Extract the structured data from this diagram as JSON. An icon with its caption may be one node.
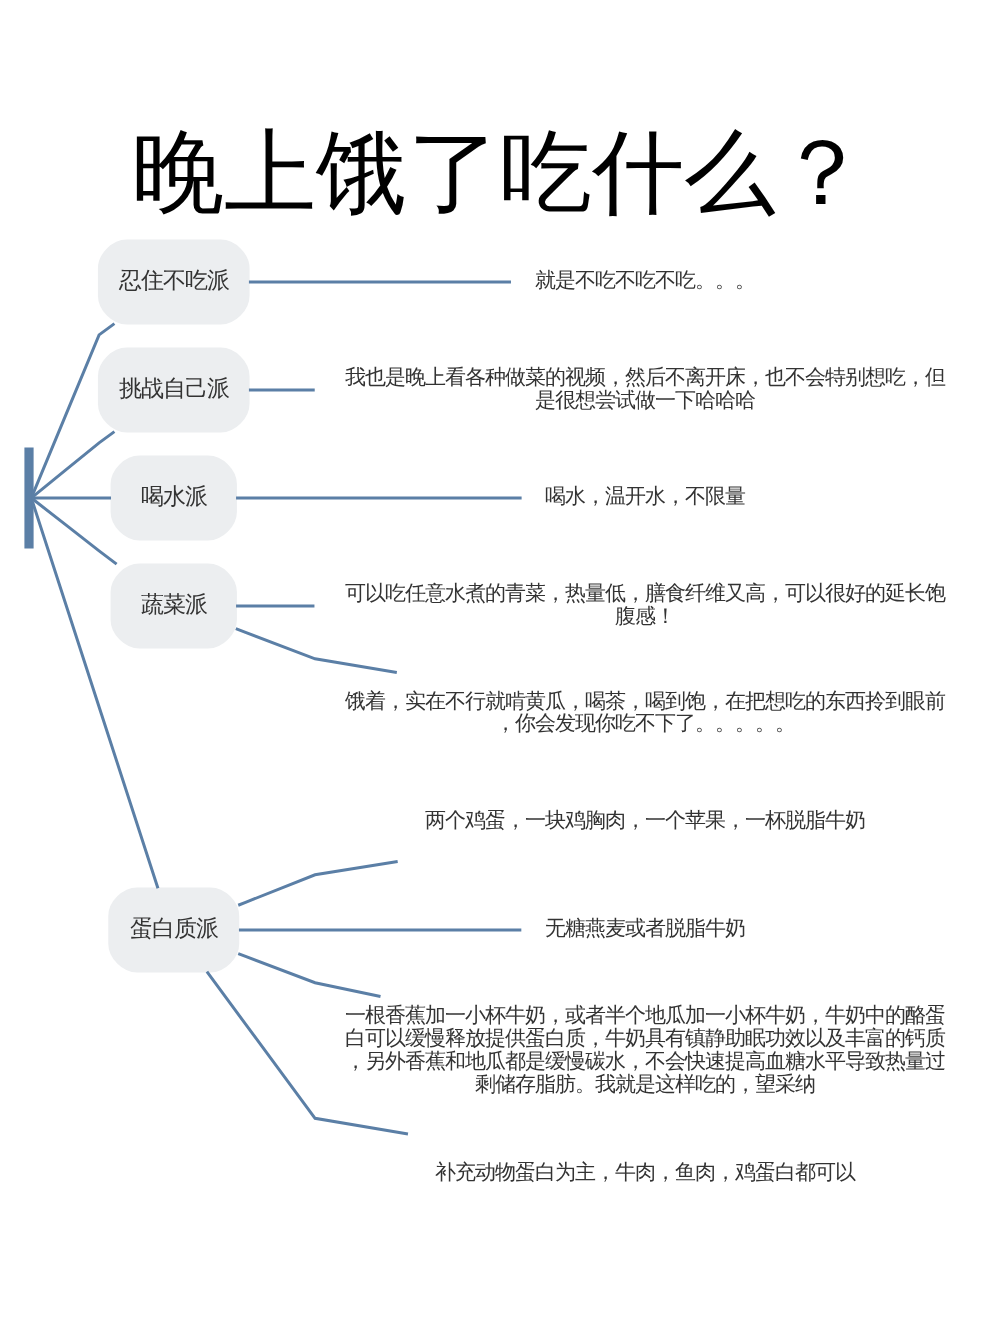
{
  "diagram": {
    "title": "晚上饿了吃什么？",
    "nodes": [
      {
        "text": [],
        "shape": "bar"
      },
      {
        "text": [
          "忍住不吃派"
        ]
      },
      {
        "text": [
          "就是不吃不吃不吃。。。"
        ]
      },
      {
        "text": [
          "挑战自己派"
        ]
      },
      {
        "text": [
          "我也是晚上看各种做菜的视频，然后不离开床，也不会特别想吃，但是很想尝试做一下哈哈哈"
        ]
      },
      {
        "text": [
          "喝水派"
        ]
      },
      {
        "text": [
          "喝水，温开水，不限量"
        ]
      },
      {
        "text": [
          "蔬菜派"
        ]
      },
      {
        "text": [
          "可以吃任意水煮的青菜，热量低，膳食纤维又高，可以很好的延长饱腹感！"
        ]
      },
      {
        "text": [
          "饿着，实在不行就啃黄瓜，喝茶，喝到饱，在把想吃的东西拎到眼前，你会发现你吃不下了。。。。。"
        ]
      },
      {
        "text": [
          "蛋白质派"
        ]
      },
      {
        "text": [
          "两个鸡蛋，一块鸡胸肉，一个苹果，一杯脱脂牛奶"
        ]
      },
      {
        "text": [
          "无糖燕麦或者脱脂牛奶"
        ]
      },
      {
        "text": [
          "一根香蕉加一小杯牛奶，或者半个地瓜加一小杯牛奶，牛奶中的酪蛋白可以缓慢释放提供蛋白质，牛奶具有镇静助眠功效以及丰富的钙质，另外香蕉和地瓜都是缓慢碳水，不会快速提高血糖水平导致热量过剩储存脂肪。我就是这样吃的，望采纳"
        ]
      },
      {
        "text": [
          "补充动物蛋白为主，牛肉，鱼肉，鸡蛋白都可以"
        ]
      }
    ],
    "edges": [
      {
        "from": 0,
        "to": 1,
        "arrow": "none"
      },
      {
        "from": 0,
        "to": 3,
        "arrow": "none"
      },
      {
        "from": 0,
        "to": 5,
        "arrow": "none"
      },
      {
        "from": 0,
        "to": 7,
        "arrow": "none"
      },
      {
        "from": 0,
        "to": 10,
        "arrow": "none"
      },
      {
        "from": 1,
        "to": 2,
        "arrow": "none"
      },
      {
        "from": 3,
        "to": 4,
        "arrow": "none"
      },
      {
        "from": 5,
        "to": 6,
        "arrow": "none"
      },
      {
        "from": 7,
        "to": 8,
        "arrow": "none"
      },
      {
        "from": 7,
        "to": 9,
        "arrow": "none"
      },
      {
        "from": 10,
        "to": 11,
        "arrow": "none"
      },
      {
        "from": 10,
        "to": 12,
        "arrow": "none"
      },
      {
        "from": 10,
        "to": 13,
        "arrow": "none"
      },
      {
        "from": 10,
        "to": 14,
        "arrow": "none"
      }
    ]
  }
}
